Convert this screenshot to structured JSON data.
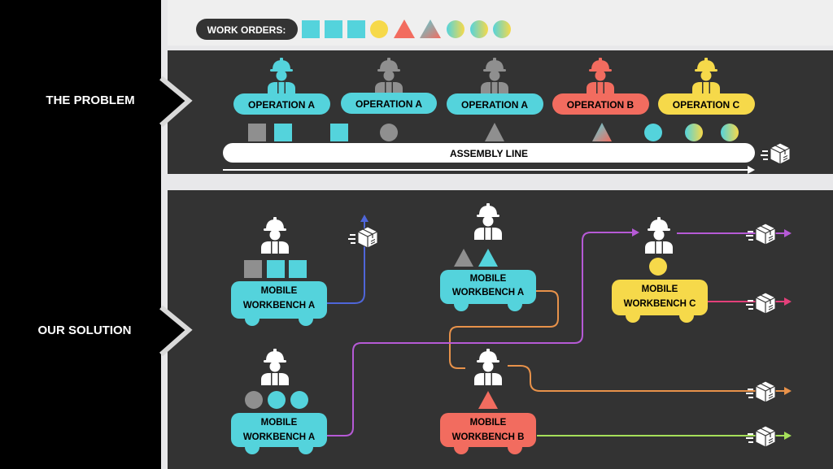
{
  "colors": {
    "cyan": "#54d3dc",
    "grey": "#8f8f8f",
    "yellow": "#f6d94a",
    "salmon": "#f26c5f",
    "panel": "#333333",
    "sidebar": "#000000",
    "white": "#ffffff",
    "blue_arrow": "#4f66d9",
    "orange_arrow": "#e8924a",
    "purple_arrow": "#b65ad6",
    "pink_arrow": "#e4407a",
    "green_arrow": "#a6e05a"
  },
  "sidebar": {
    "problem_label": "THE PROBLEM",
    "solution_label": "OUR SOLUTION"
  },
  "work_orders": {
    "label": "WORK ORDERS:",
    "items": [
      "square-cyan",
      "square-cyan",
      "square-cyan",
      "circle-yellow",
      "triangle-salmon",
      "triangle-gradient",
      "circle-gradient",
      "circle-gradient",
      "circle-gradient"
    ]
  },
  "problem": {
    "stations": [
      {
        "label": "OPERATION A",
        "color": "cyan",
        "worker_color": "cyan"
      },
      {
        "label": "OPERATION A",
        "color": "cyan",
        "worker_color": "grey"
      },
      {
        "label": "OPERATION A",
        "color": "cyan",
        "worker_color": "grey"
      },
      {
        "label": "OPERATION B",
        "color": "salmon",
        "worker_color": "salmon"
      },
      {
        "label": "OPERATION C",
        "color": "yellow",
        "worker_color": "yellow"
      }
    ],
    "assembly_line_label": "ASSEMBLY LINE"
  },
  "solution": {
    "workbenches": [
      {
        "id": "wb-a-top",
        "line1": "MOBILE",
        "line2": "WORKBENCH A",
        "color": "cyan"
      },
      {
        "id": "wb-a-mid",
        "line1": "MOBILE",
        "line2": "WORKBENCH A",
        "color": "cyan"
      },
      {
        "id": "wb-c",
        "line1": "MOBILE",
        "line2": "WORKBENCH C",
        "color": "yellow"
      },
      {
        "id": "wb-a-bottom",
        "line1": "MOBILE",
        "line2": "WORKBENCH A",
        "color": "cyan"
      },
      {
        "id": "wb-b",
        "line1": "MOBILE",
        "line2": "WORKBENCH B",
        "color": "salmon"
      }
    ]
  }
}
